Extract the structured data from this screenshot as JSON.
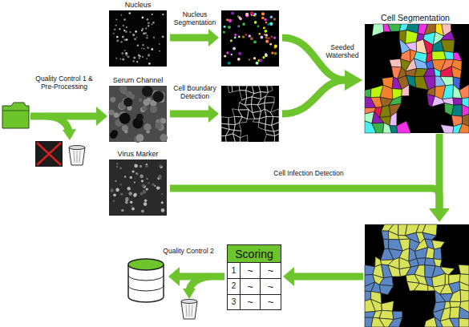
{
  "diagram": {
    "nodes": [
      {
        "text": [
          "Nucleus"
        ]
      },
      {
        "text": [
          "Serum Channel"
        ]
      },
      {
        "text": [
          "Virus Marker"
        ]
      },
      {
        "text": [
          "Cell Segmentation"
        ]
      },
      {
        "text": [
          "Scoring"
        ]
      }
    ],
    "labels": [
      "Quality Control 1 & Pre-Processing",
      "Nucleus Segmentation",
      "Cell Boundary Detection",
      "Seeded Watershed",
      "Cell Infection Detection",
      "1",
      "~",
      "~",
      "2",
      "~",
      "~",
      "3",
      "~",
      "~",
      "Quality Control 2"
    ]
  }
}
